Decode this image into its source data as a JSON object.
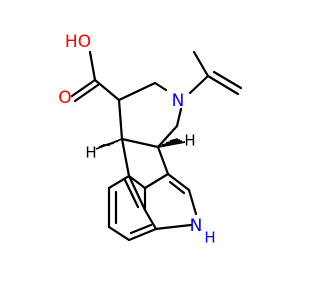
{
  "molecule": {
    "atoms": {
      "carboxyl_oh": {
        "label": "HO",
        "color": "#ff0000"
      },
      "carboxyl_o": {
        "label": "O",
        "color": "#ff0000"
      },
      "amine_n": {
        "label": "N",
        "color": "#0000ff"
      },
      "indole_nh": {
        "label": "N",
        "color": "#0000ff"
      },
      "indole_h": {
        "label": "H",
        "color": "#0000ff"
      },
      "stereo_h_upper": {
        "label": "H",
        "color": "#000000"
      },
      "stereo_h_lower": {
        "label": "H",
        "color": "#000000"
      }
    },
    "bond_color": "#000000"
  }
}
